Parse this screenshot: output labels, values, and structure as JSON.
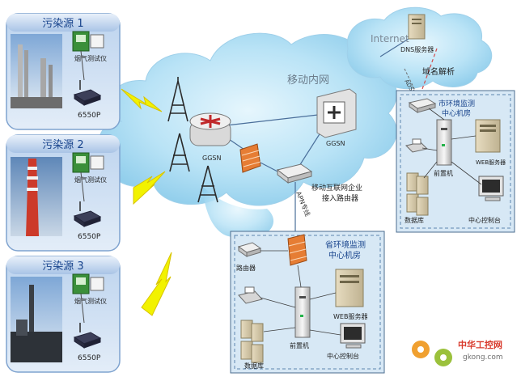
{
  "sources": [
    {
      "title": "污染源  1",
      "instrument": "烟气测试仪",
      "device": "6550P"
    },
    {
      "title": "污染源  2",
      "instrument": "烟气测试仪",
      "device": "6550P"
    },
    {
      "title": "污染源  3",
      "instrument": "烟气测试仪",
      "device": "6550P"
    }
  ],
  "mobile": {
    "intranet": "移动内网",
    "ggsn_left": "GGSN",
    "ggsn_right": "GGSN",
    "router_label_line1": "移动互联网企业",
    "router_label_line2": "接入路由器",
    "apn": "APN专线"
  },
  "internet": {
    "label": "Internet",
    "dns": "DNS服务器",
    "domain_resolve": "域名解析",
    "adsl": "ADSL"
  },
  "city": {
    "title_line1": "市环境监测",
    "title_line2": "中心机房",
    "web": "WEB服务器",
    "front": "前置机",
    "db": "数据库",
    "console": "中心控制台"
  },
  "province": {
    "title_line1": "省环境监测",
    "title_line2": "中心机房",
    "router": "路由器",
    "web": "WEB服务器",
    "front": "前置机",
    "db": "数据库",
    "console": "中心控制台"
  },
  "watermark": {
    "brand": "中华工控网",
    "url": "gkong.com"
  },
  "colors": {
    "panel": "#c9dcf2",
    "title": "#17438c",
    "cloud": "#a9dbf2",
    "lightning": "#f2f200"
  }
}
